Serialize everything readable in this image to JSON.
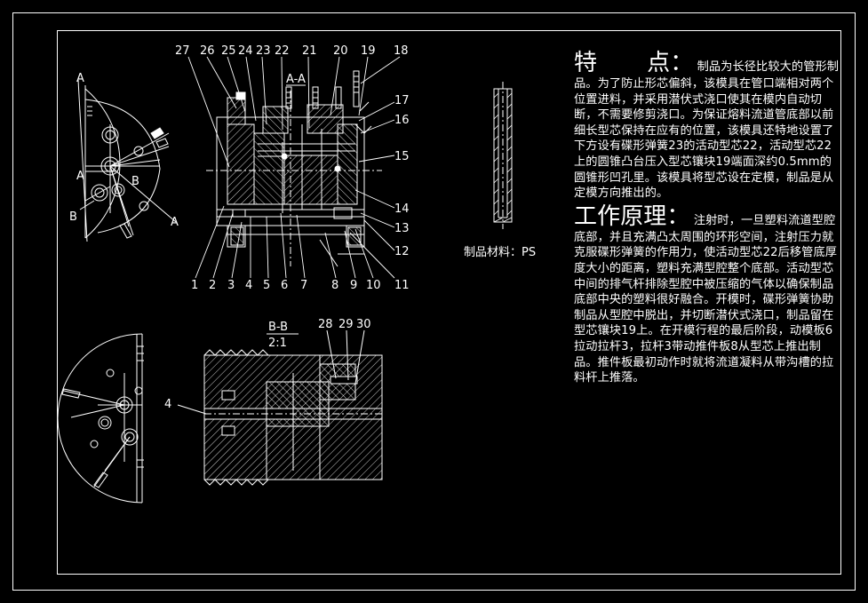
{
  "drawing": {
    "part_numbers_top": [
      "27",
      "26",
      "25",
      "24",
      "23",
      "22",
      "21",
      "20",
      "19",
      "18"
    ],
    "part_numbers_right": [
      "17",
      "16",
      "15",
      "14",
      "13",
      "12",
      "11"
    ],
    "part_numbers_bottom": [
      "1",
      "2",
      "3",
      "4",
      "5",
      "6",
      "7",
      "8",
      "9",
      "10"
    ],
    "section_labels": {
      "a_top": "A",
      "a_a": "A-A",
      "a_left": "A",
      "a_right": "A",
      "b_left": "B",
      "b_right": "B",
      "bb": "B-B",
      "bb_scale": "2:1",
      "detail_parts": [
        "28",
        "29",
        "30"
      ],
      "detail_left": "4"
    },
    "material": "制品材料：PS"
  },
  "text": {
    "feature_title": [
      "特",
      "点："
    ],
    "feature_body": "制品为长径比较大的管形制品。为了防止形芯偏斜，该模具在管口端相对两个位置进料，并采用潜伏式浇口使其在模内自动切断，不需要修剪浇口。为保证熔料流道管底部以前细长型芯保持在应有的位置，该模具还特地设置了下方设有碟形弹簧23的活动型芯22，活动型芯22上的圆锥凸台压入型芯镶块19端面深约0.5mm的圆锥形凹孔里。该模具将型芯设在定模，制品是从定模方向推出的。",
    "principle_title": "工作原理：",
    "principle_body": "注射时，一旦塑料流道型腔底部，并且充满凸太周围的环形空间，注射压力就克服碟形弹簧的作用力，使活动型芯22后移管底厚度大小的距离，塑料充满型腔整个底部。活动型芯中间的排气杆排除型腔中被压缩的气体以确保制品底部中央的塑料很好融合。开模时，碟形弹簧协助制品从型腔中脱出，并切断潜伏式浇口，制品留在型芯镶块19上。在开模行程的最后阶段，动模板6拉动拉杆3，拉杆3带动推件板8从型芯上推出制品。推件板最初动作时就将流道凝料从带沟槽的拉料杆上推落。"
  }
}
